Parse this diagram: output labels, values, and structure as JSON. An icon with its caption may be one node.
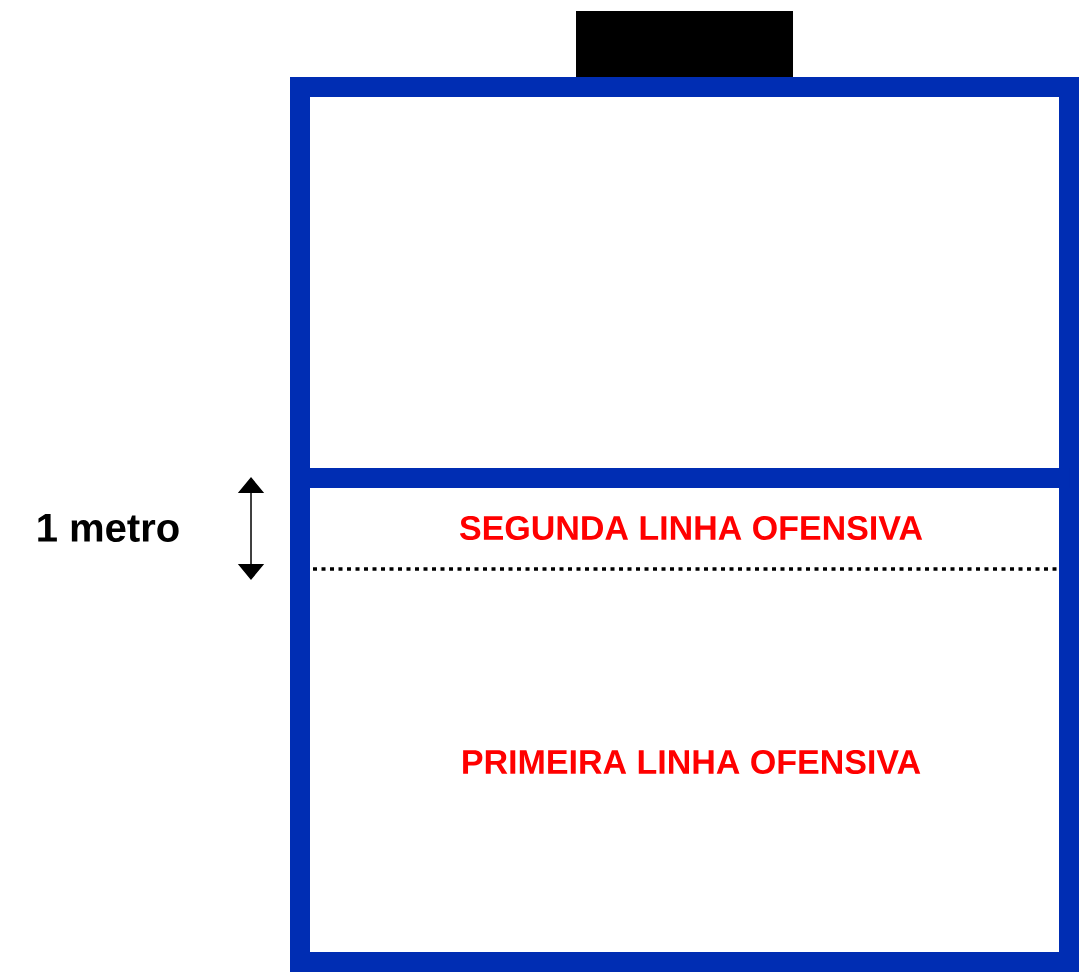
{
  "diagram": {
    "labels": [
      "1 metro",
      "SEGUNDA LINHA OFENSIVA",
      "PRIMEIRA LINHA OFENSIVA"
    ]
  }
}
